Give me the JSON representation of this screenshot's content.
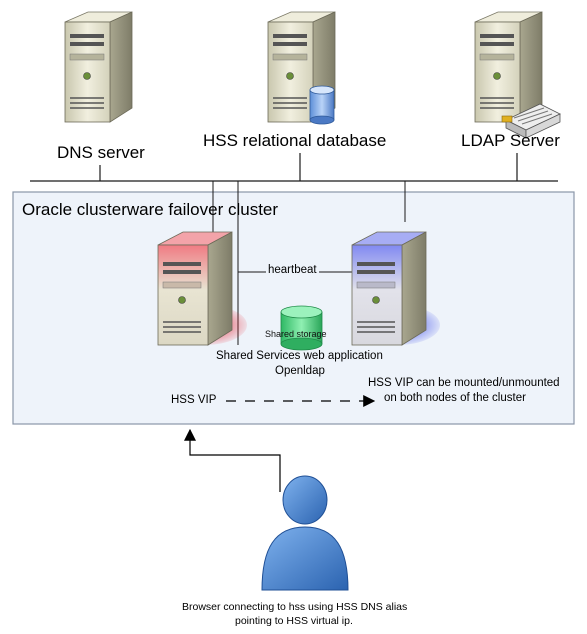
{
  "servers": {
    "dns": "DNS server",
    "hss_db": "HSS relational database",
    "ldap": "LDAP Server"
  },
  "cluster": {
    "title": "Oracle clusterware failover cluster",
    "heartbeat": "heartbeat",
    "shared_storage": "Shared storage",
    "app_line1": "Shared Services web application",
    "app_line2": "Openldap",
    "vip_label": "HSS VIP",
    "vip_note_line1": "HSS VIP can be mounted/unmounted",
    "vip_note_line2": "on both nodes of the cluster"
  },
  "client": {
    "caption_line1": "Browser connecting to hss using HSS DNS alias",
    "caption_line2": "pointing to HSS virtual ip."
  },
  "colors": {
    "cluster_fill": "#eef3fa",
    "cluster_border": "#8a96a8",
    "node_left_accent": "#e63b4a",
    "node_right_accent": "#3c4fe0",
    "storage": "#3fcf7a",
    "person": "#3f82d0"
  }
}
